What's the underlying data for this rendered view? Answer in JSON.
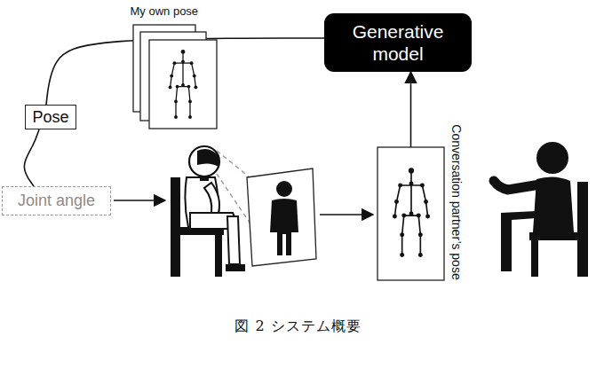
{
  "diagram": {
    "caption": "図 2 システム概要",
    "nodes": [
      {
        "text": [
          "Generative model"
        ]
      },
      {
        "text": [
          "My own pose"
        ]
      },
      {
        "text": [
          "Pose"
        ]
      },
      {
        "text": [
          "Joint angle"
        ]
      },
      {
        "text": [
          "Conversation partner’s pose"
        ]
      }
    ],
    "edges": [
      {
        "from": 3,
        "to": 2,
        "arrow": "none"
      },
      {
        "from": 2,
        "to": 0,
        "arrow": "none"
      },
      {
        "from": 4,
        "to": 0,
        "arrow": "to"
      }
    ]
  }
}
